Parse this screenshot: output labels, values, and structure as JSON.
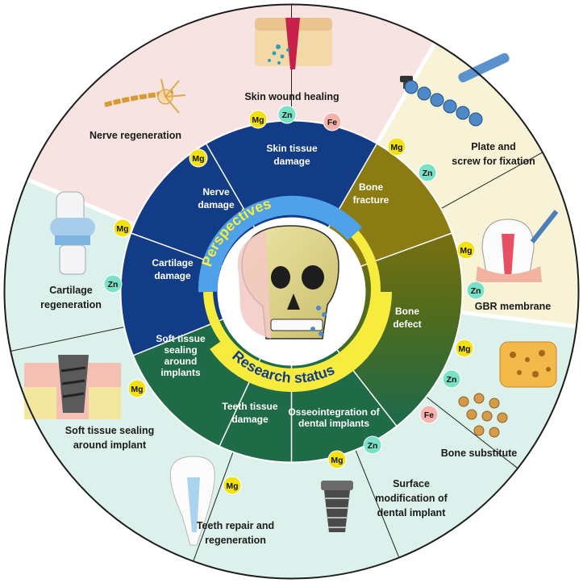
{
  "ring_labels": {
    "perspectives": "Perspectives",
    "research_status": "Research status"
  },
  "inner_segments": [
    {
      "id": "skin",
      "lines": [
        "Skin tissue",
        "damage"
      ]
    },
    {
      "id": "nerve",
      "lines": [
        "Nerve",
        "damage"
      ]
    },
    {
      "id": "cartilage",
      "lines": [
        "Cartilage",
        "damage"
      ]
    },
    {
      "id": "softtissue",
      "lines": [
        "Soft tissue",
        "sealing",
        "around",
        "implants"
      ]
    },
    {
      "id": "teeth",
      "lines": [
        "Teeth tissue",
        "damage"
      ]
    },
    {
      "id": "osseo",
      "lines": [
        "Osseointegration of",
        "dental implants"
      ]
    },
    {
      "id": "bonedefect",
      "lines": [
        "Bone",
        "defect"
      ]
    },
    {
      "id": "bonefracture",
      "lines": [
        "Bone",
        "fracture"
      ]
    }
  ],
  "outer_segments": [
    {
      "id": "skin-wound",
      "lines": [
        "Skin wound healing"
      ],
      "badges": [
        "Mg",
        "Zn",
        "Fe"
      ]
    },
    {
      "id": "nerve-regen",
      "lines": [
        "Nerve regeneration"
      ],
      "badges": [
        "Mg"
      ]
    },
    {
      "id": "cartilage-regen",
      "lines": [
        "Cartilage",
        "regeneration"
      ],
      "badges": [
        "Mg",
        "Zn"
      ]
    },
    {
      "id": "soft-sealing",
      "lines": [
        "Soft tissue sealing",
        "around implant"
      ],
      "badges": [
        "Mg"
      ]
    },
    {
      "id": "teeth-repair",
      "lines": [
        "Teeth repair and",
        "regeneration"
      ],
      "badges": [
        "Mg"
      ]
    },
    {
      "id": "surface-mod",
      "lines": [
        "Surface",
        "modification of",
        "dental implant"
      ],
      "badges": [
        "Mg",
        "Zn"
      ]
    },
    {
      "id": "bone-substitute",
      "lines": [
        "Bone substitute"
      ],
      "badges": [
        "Mg",
        "Zn",
        "Fe"
      ]
    },
    {
      "id": "gbr",
      "lines": [
        "GBR membrane"
      ],
      "badges": [
        "Mg",
        "Zn"
      ]
    },
    {
      "id": "plate-screw",
      "lines": [
        "Plate and",
        "screw for fixation"
      ],
      "badges": [
        "Mg",
        "Zn"
      ]
    }
  ],
  "colors": {
    "mg": "#f3e213",
    "zn": "#79e1c6",
    "fe": "#f7b3ab",
    "pink_bg": "#f8e3e3",
    "cream_bg": "#f8f2d6",
    "mint_bg": "#dcf1ec",
    "navy": "#123d86",
    "olive": "#8a7c12",
    "green": "#1f6b47",
    "yellow_ring": "#f7ec3d",
    "blue_ring": "#4fa2ea"
  }
}
